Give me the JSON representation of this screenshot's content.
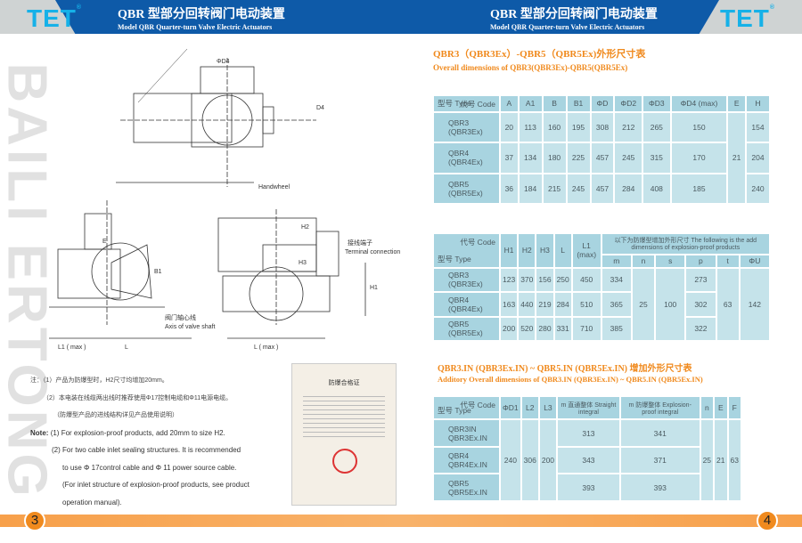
{
  "header": {
    "logo": "TET",
    "logo_mark": "®",
    "title_cn": "QBR 型部分回转阀门电动装置",
    "title_en": "Model QBR Quarter-turn Valve Electric Actuators"
  },
  "watermark": "BAILI ERTONG",
  "pages": {
    "left": "3",
    "right": "4"
  },
  "drawing_labels": {
    "d1": "ΦD4",
    "handwheel": "Handwheel",
    "l1max": "L1 ( max )",
    "l": "L",
    "lmax": "L  ( max )",
    "h1": "H1",
    "h2": "H2",
    "h3": "H3",
    "e": "E",
    "b1": "B1",
    "d4": "D4",
    "terminal_cn": "接线端子",
    "terminal_en": "Terminal connection",
    "axis_cn": "阀门轴心线",
    "axis_en": "Axis of valve shaft"
  },
  "notes": {
    "cn": [
      "注：（1）产品为防爆型时，H2尺寸均增加20mm。",
      "（2）本电装在线缆两出线时推荐使用Φ17控制电缆和Φ11电源电缆。",
      "（防爆型产品的进线结构详见产品使用说明）"
    ],
    "label": "Note:",
    "en": [
      "(1) For explosion-proof products, add 20mm to size H2.",
      "(2) For two cable inlet sealing structures. It is recommended",
      "to use Φ 17control cable and Φ 11 power source cable.",
      "(For inlet structure of explosion-proof products, see  product",
      "operation manual)."
    ]
  },
  "certificate": {
    "title": "防爆合格证"
  },
  "section1": {
    "title_cn": "QBR3（QBR3Ex）-QBR5（QBR5Ex)外形尺寸表",
    "title_en": "Overall dimensions of QBR3(QBR3Ex)-QBR5(QBR5Ex)"
  },
  "section3": {
    "title_cn": "QBR3.IN (QBR3Ex.IN) ~ QBR5.IN (QBR5Ex.IN) 增加外形尺寸表",
    "title_en": "Additory Overall dimensions of QBR3.IN (QBR3Ex.IN) ~ QBR5.IN (QBR5Ex.IN)"
  },
  "corner": {
    "code": "代号 Code",
    "type": "型号 Type"
  },
  "table1": {
    "columns": [
      "A",
      "A1",
      "B",
      "B1",
      "ΦD",
      "ΦD2",
      "ΦD3",
      "ΦD4 (max)",
      "E",
      "H"
    ],
    "rows": [
      {
        "type": "QBR3 (QBR3Ex)",
        "values": [
          "20",
          "113",
          "160",
          "195",
          "308",
          "212",
          "265",
          "150",
          "21",
          "154"
        ]
      },
      {
        "type": "QBR4 (QBR4Ex)",
        "values": [
          "37",
          "134",
          "180",
          "225",
          "457",
          "245",
          "315",
          "170",
          null,
          "204"
        ]
      },
      {
        "type": "QBR5 (QBR5Ex)",
        "values": [
          "36",
          "184",
          "215",
          "245",
          "457",
          "284",
          "408",
          "185",
          null,
          "240"
        ]
      }
    ]
  },
  "table2": {
    "columns": [
      "H1",
      "H2",
      "H3",
      "L",
      "L1 (max)"
    ],
    "group": "以下为防爆型增加外形尺寸 The following is the add dimensions of explosion-proof products",
    "subcolumns": [
      "m",
      "n",
      "s",
      "p",
      "t",
      "ΦU"
    ],
    "rows": [
      {
        "type": "QBR3 (QBR3Ex)",
        "values": [
          "123",
          "370",
          "156",
          "250",
          "450",
          "334",
          "25",
          "100",
          "273",
          "63",
          "142"
        ]
      },
      {
        "type": "QBR4 (QBR4Ex)",
        "values": [
          "163",
          "440",
          "219",
          "284",
          "510",
          "365",
          null,
          null,
          "302",
          null,
          null
        ]
      },
      {
        "type": "QBR5 (QBR5Ex)",
        "values": [
          "200",
          "520",
          "280",
          "331",
          "710",
          "385",
          null,
          null,
          "322",
          null,
          null
        ]
      }
    ]
  },
  "table3": {
    "columns": [
      "ΦD1",
      "L2",
      "L3",
      "m 直通整体 Straight integral",
      "m 防爆整体 Explosion-proof integral",
      "n",
      "E",
      "F"
    ],
    "rows": [
      {
        "type": "QBR3IN QBR3Ex.IN",
        "values": [
          "240",
          "306",
          "200",
          "313",
          "341",
          "25",
          "21",
          "63"
        ]
      },
      {
        "type": "QBR4 QBR4Ex.IN",
        "values": [
          null,
          null,
          null,
          "343",
          "371",
          null,
          null,
          null
        ]
      },
      {
        "type": "QBR5 QBR5Ex.IN",
        "values": [
          null,
          null,
          null,
          "393",
          "393",
          null,
          null,
          null
        ]
      }
    ]
  }
}
